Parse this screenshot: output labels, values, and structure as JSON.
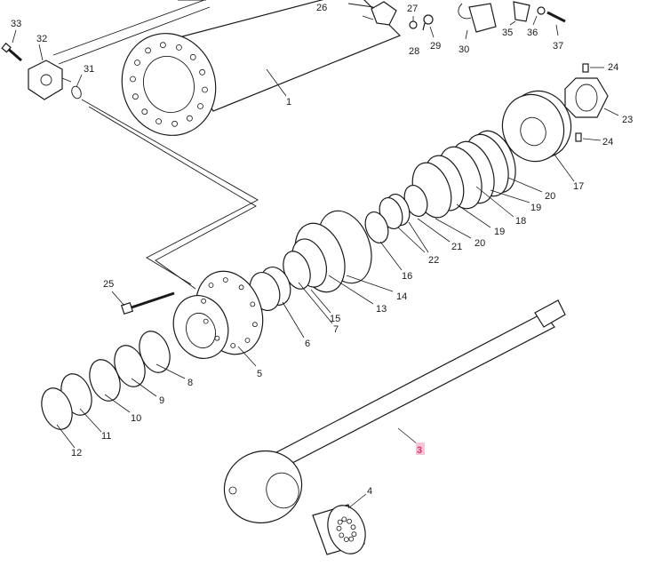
{
  "diagram": {
    "highlight_color": "#d6336c",
    "callouts": [
      {
        "id": "c1",
        "text": "1"
      },
      {
        "id": "c3",
        "text": "3",
        "highlighted": true
      },
      {
        "id": "c4",
        "text": "4"
      },
      {
        "id": "c5",
        "text": "5"
      },
      {
        "id": "c6",
        "text": "6"
      },
      {
        "id": "c7",
        "text": "7"
      },
      {
        "id": "c8",
        "text": "8"
      },
      {
        "id": "c9",
        "text": "9"
      },
      {
        "id": "c10",
        "text": "10"
      },
      {
        "id": "c11",
        "text": "11"
      },
      {
        "id": "c12",
        "text": "12"
      },
      {
        "id": "c13",
        "text": "13"
      },
      {
        "id": "c14",
        "text": "14"
      },
      {
        "id": "c15",
        "text": "15"
      },
      {
        "id": "c16",
        "text": "16"
      },
      {
        "id": "c17",
        "text": "17"
      },
      {
        "id": "c18",
        "text": "18"
      },
      {
        "id": "c19a",
        "text": "19"
      },
      {
        "id": "c19b",
        "text": "19"
      },
      {
        "id": "c20a",
        "text": "20"
      },
      {
        "id": "c20b",
        "text": "20"
      },
      {
        "id": "c21",
        "text": "21"
      },
      {
        "id": "c22",
        "text": "22"
      },
      {
        "id": "c23",
        "text": "23"
      },
      {
        "id": "c24a",
        "text": "24"
      },
      {
        "id": "c24b",
        "text": "24"
      },
      {
        "id": "c25",
        "text": "25"
      },
      {
        "id": "c26",
        "text": "26"
      },
      {
        "id": "c27",
        "text": "27"
      },
      {
        "id": "c28",
        "text": "28"
      },
      {
        "id": "c29",
        "text": "29"
      },
      {
        "id": "c30",
        "text": "30"
      },
      {
        "id": "c31",
        "text": "31"
      },
      {
        "id": "c32",
        "text": "32"
      },
      {
        "id": "c33",
        "text": "33"
      },
      {
        "id": "c35",
        "text": "35"
      },
      {
        "id": "c36",
        "text": "36"
      },
      {
        "id": "c37",
        "text": "37"
      }
    ]
  }
}
